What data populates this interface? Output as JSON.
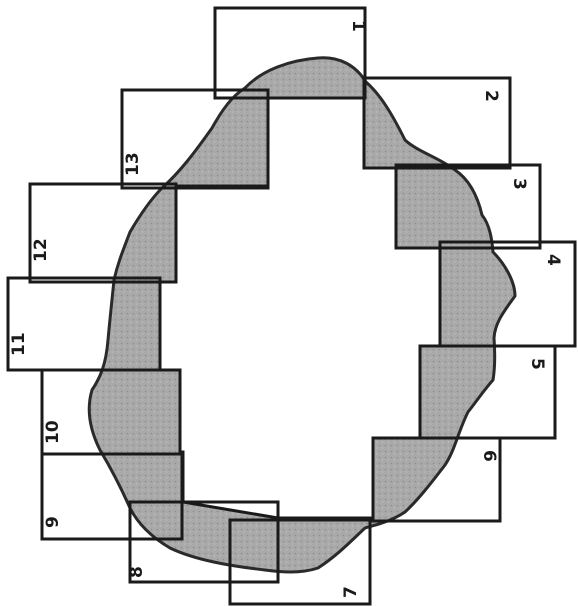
{
  "diagram": {
    "tiles": [
      {
        "number": "1"
      },
      {
        "number": "2"
      },
      {
        "number": "3"
      },
      {
        "number": "4"
      },
      {
        "number": "5"
      },
      {
        "number": "6"
      },
      {
        "number": "7"
      },
      {
        "number": "8"
      },
      {
        "number": "9"
      },
      {
        "number": "10"
      },
      {
        "number": "11"
      },
      {
        "number": "12"
      },
      {
        "number": "13"
      }
    ],
    "colors": {
      "outline": "#1a1a1a",
      "blob_fill": "#a8a8a8",
      "blob_stroke": "#2a2a2a",
      "interior": "#ffffff"
    }
  }
}
